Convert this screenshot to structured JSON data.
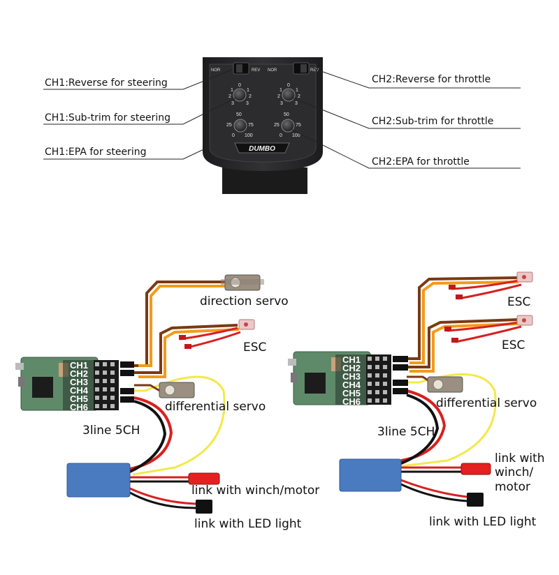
{
  "colors": {
    "panel": "#2a2a2c",
    "panel_dark": "#151516",
    "wire_orange": "#f39a1a",
    "wire_brown": "#7a3a12",
    "wire_yellow": "#f4e84a",
    "wire_red": "#d82020",
    "wire_black": "#111111",
    "module_blue": "#4a7bc0",
    "plug_red": "#e52020",
    "board_green": "#5f8a6a"
  },
  "transmitter": {
    "brand": "DUMBO",
    "switch_left": "NOR",
    "switch_right": "REV",
    "knob_trim_nums": [
      "0",
      "1",
      "2",
      "3",
      "1",
      "2",
      "3"
    ],
    "knob_epa_nums": [
      "50",
      "25",
      "75",
      "0",
      "100"
    ],
    "labels_left": [
      "CH1:Reverse for steering",
      "CH1:Sub-trim for steering",
      "CH1:EPA for steering"
    ],
    "labels_right": [
      "CH2:Reverse for throttle",
      "CH2:Sub-trim for throttle",
      "CH2:EPA for throttle"
    ]
  },
  "channels": [
    "CH1",
    "CH2",
    "CH3",
    "CH4",
    "CH5",
    "CH6"
  ],
  "diagram_left": {
    "servo_top": "direction servo",
    "esc": "ESC",
    "servo_mid": "differential servo",
    "receiver": "3line 5CH",
    "winch": "link with winch/motor",
    "led": "link with LED light"
  },
  "diagram_right": {
    "esc_1": "ESC",
    "esc_2": "ESC",
    "servo_mid": "differential servo",
    "receiver": "3line  5CH",
    "winch_line1": "link with",
    "winch_line2": "winch/",
    "winch_line3": "motor",
    "led": "link with LED light"
  }
}
